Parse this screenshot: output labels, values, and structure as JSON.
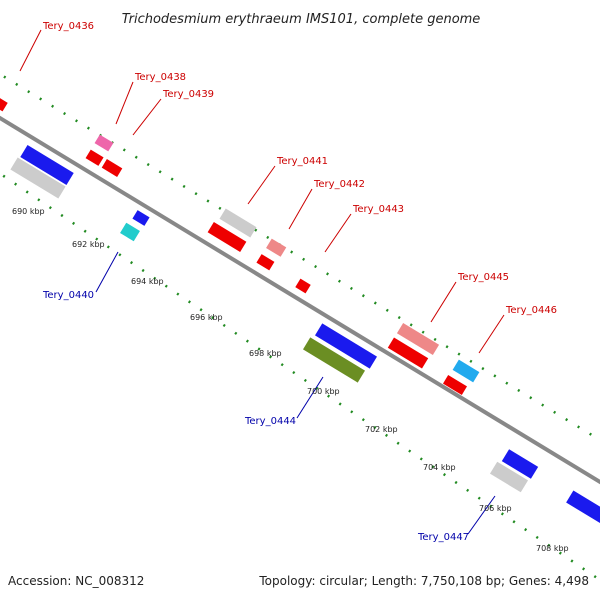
{
  "title": "Trichodesmium erythraeum IMS101, complete genome",
  "footer": {
    "accession": "Accession: NC_008312",
    "topology": "Topology: circular; Length: 7,750,108 bp; Genes: 4,498"
  },
  "colors": {
    "backbone": "#888888",
    "tick_dots": "#228B22",
    "label_top": "#cc0000",
    "label_bottom": "#0000aa",
    "red": "#ee0000",
    "pink": "#ee66aa",
    "light_red": "#ee8888",
    "grey": "#cccccc",
    "blue": "#1a1aee",
    "cyan": "#22cccc",
    "sky": "#22aaee",
    "olive": "#6b8e23"
  },
  "ticks": [
    "690 kbp",
    "692 kbp",
    "694 kbp",
    "696 kbp",
    "698 kbp",
    "700 kbp",
    "702 kbp",
    "704 kbp",
    "706 kbp",
    "708 kbp"
  ],
  "gene_labels_top": [
    "Tery_0436",
    "Tery_0438",
    "Tery_0439",
    "Tery_0441",
    "Tery_0442",
    "Tery_0443",
    "Tery_0445",
    "Tery_0446"
  ],
  "gene_labels_bottom": [
    "Tery_0440",
    "Tery_0444",
    "Tery_0447"
  ]
}
